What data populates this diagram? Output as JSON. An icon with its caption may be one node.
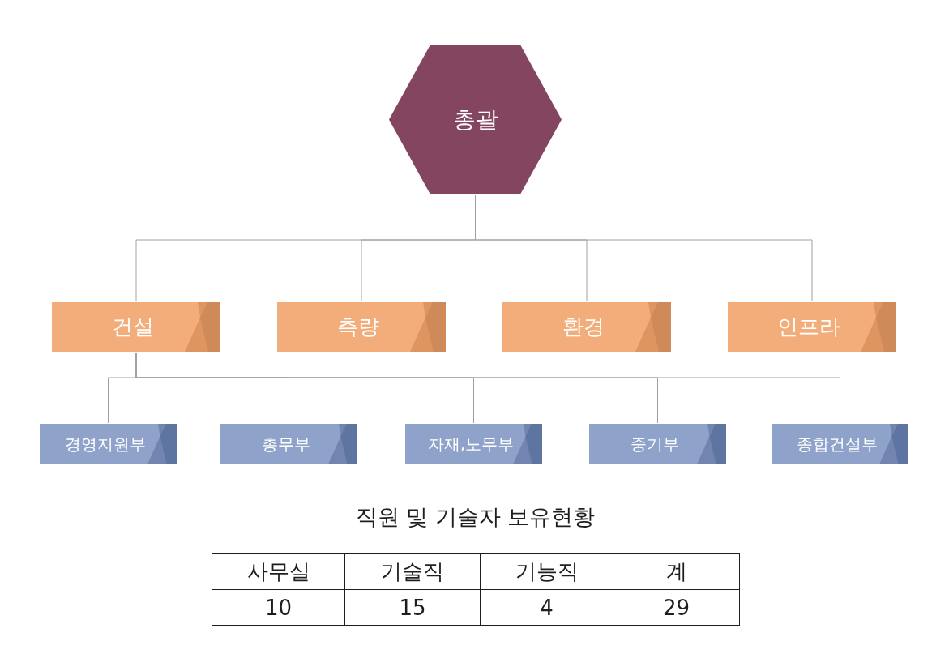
{
  "diagram": {
    "nodes": [
      {
        "text": [
          "총괄"
        ]
      },
      {
        "text": [
          "건설"
        ]
      },
      {
        "text": [
          "측량"
        ]
      },
      {
        "text": [
          "환경"
        ]
      },
      {
        "text": [
          "인프라"
        ]
      },
      {
        "text": [
          "경영지원부"
        ]
      },
      {
        "text": [
          "총무부"
        ]
      },
      {
        "text": [
          "자재,노무부"
        ]
      },
      {
        "text": [
          "중기부"
        ]
      },
      {
        "text": [
          "종합건설부"
        ]
      }
    ],
    "edges": [
      {
        "from": 0,
        "to": 1,
        "arrow": "none"
      },
      {
        "from": 0,
        "to": 2,
        "arrow": "none"
      },
      {
        "from": 0,
        "to": 3,
        "arrow": "none"
      },
      {
        "from": 0,
        "to": 4,
        "arrow": "none"
      },
      {
        "from": 1,
        "to": 5,
        "arrow": "none"
      },
      {
        "from": 1,
        "to": 6,
        "arrow": "none"
      },
      {
        "from": 1,
        "to": 7,
        "arrow": "none"
      },
      {
        "from": 1,
        "to": 8,
        "arrow": "none"
      },
      {
        "from": 1,
        "to": 9,
        "arrow": "none"
      }
    ],
    "labels": [
      "직원 및 기술자 보유현황",
      "사무실",
      "기술직",
      "기능직",
      "계",
      "10",
      "15",
      "4",
      "29"
    ]
  }
}
